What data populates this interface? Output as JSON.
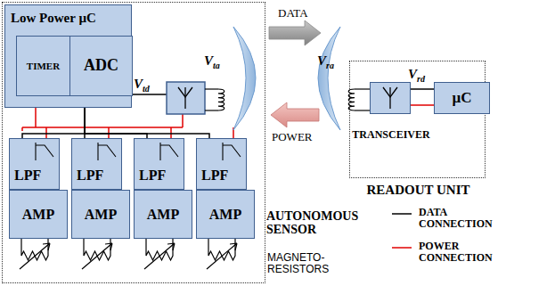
{
  "diagram": {
    "nodes": [
      {
        "text": [
          "AUTONOMOUS SENSOR"
        ]
      },
      {
        "text": [
          "Low Power µC"
        ],
        "in": 0
      },
      {
        "text": [
          "TIMER"
        ],
        "in": 1
      },
      {
        "text": [
          "ADC"
        ],
        "in": 1
      },
      {
        "text": [
          "LPF"
        ],
        "in": 0
      },
      {
        "text": [
          "LPF"
        ],
        "in": 0
      },
      {
        "text": [
          "LPF"
        ],
        "in": 0
      },
      {
        "text": [
          "LPF"
        ],
        "in": 0
      },
      {
        "text": [
          "AMP"
        ],
        "in": 0
      },
      {
        "text": [
          "AMP"
        ],
        "in": 0
      },
      {
        "text": [
          "AMP"
        ],
        "in": 0
      },
      {
        "text": [
          "AMP"
        ],
        "in": 0
      },
      {
        "text": [
          "READOUT UNIT"
        ]
      },
      {
        "text": [
          "TRANSCEIVER"
        ],
        "in": 12
      },
      {
        "text": [
          "µC"
        ],
        "in": 12
      }
    ],
    "edges": [
      {
        "from": 4,
        "to": 1,
        "arrow": "none"
      },
      {
        "from": 5,
        "to": 1,
        "arrow": "none"
      },
      {
        "from": 6,
        "to": 1,
        "arrow": "none"
      },
      {
        "from": 7,
        "to": 1,
        "arrow": "none"
      },
      {
        "from": 13,
        "to": 14,
        "arrow": "none"
      },
      {
        "from": 13,
        "to": 14,
        "arrow": "none"
      }
    ],
    "labels": [
      "DATA",
      "POWER",
      "Vtd",
      "Vta",
      "Vra",
      "Vrd",
      "MAGNETO-RESISTORS"
    ],
    "legend": [
      {
        "text": "DATA CONNECTION"
      },
      {
        "text": "POWER CONNECTION"
      }
    ]
  }
}
